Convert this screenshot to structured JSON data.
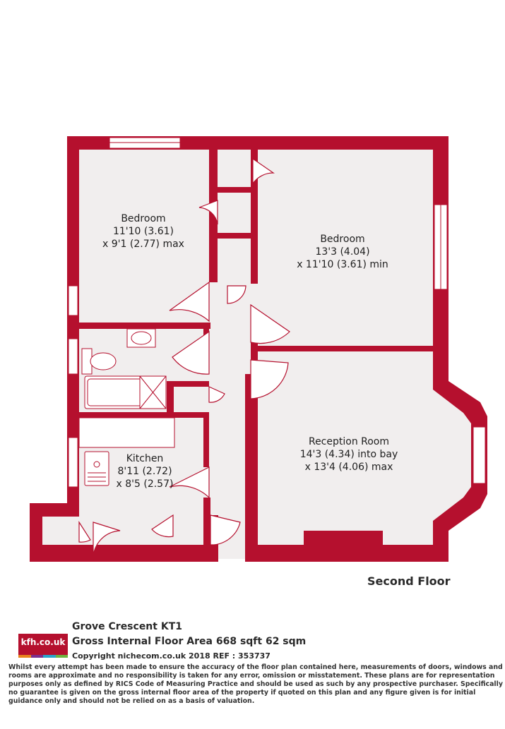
{
  "colors": {
    "wall": "#b5102e",
    "floor": "#f1eeee",
    "fixture_stroke": "#b5102e",
    "text": "#1e1e1e"
  },
  "rooms": {
    "bedroom_1": {
      "name": "Bedroom",
      "size_1": "11'10 (3.61)",
      "size_2": "x 9'1 (2.77) max"
    },
    "bedroom_2": {
      "name": "Bedroom",
      "size_1": "13'3 (4.04)",
      "size_2": "x 11'10 (3.61) min"
    },
    "reception": {
      "name": "Reception Room",
      "size_1": "14'3 (4.34) into bay",
      "size_2": "x 13'4 (4.06) max"
    },
    "kitchen": {
      "name": "Kitchen",
      "size_1": "8'11 (2.72)",
      "size_2": "x 8'5 (2.57)"
    }
  },
  "floor_label": "Second Floor",
  "footer": {
    "logo_text": "kfh.co.uk",
    "logo_stripe_colors": [
      "#e8841c",
      "#7a2f8c",
      "#2aa3c9",
      "#6db33f"
    ],
    "address": "Grove Crescent  KT1",
    "gross_area": "Gross Internal Floor Area 668 sqft 62 sqm",
    "copyright": "Copyright nichecom.co.uk 2018 REF : 353737",
    "disclaimer": "Whilst every attempt has been made to ensure the accuracy of the floor plan contained here, measurements of doors, windows and rooms are approximate and no responsibility is taken for any error, omission or misstatement.  These plans are for representation purposes only as defined by RICS Code of Measuring Practice and should be used as such by any prospective purchaser.  Specifically no guarantee is given on the gross internal floor area of the property if quoted on this plan and any figure given is for initial guidance only and should not be relied on as a basis of valuation."
  }
}
